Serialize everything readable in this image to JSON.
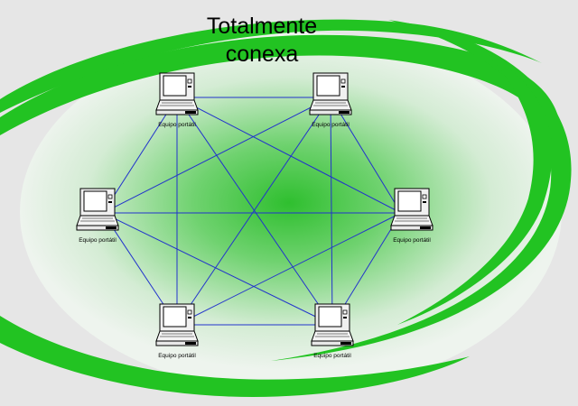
{
  "title": "Totalmente conexa",
  "title_lines": [
    "Totalmente",
    "conexa"
  ],
  "colors": {
    "background": "#e6e6e6",
    "swoosh": "#22c322",
    "glow_center": "#2fbf2f",
    "glow_edge": "#f2f6f2",
    "link": "#2233cc"
  },
  "topology": "full-mesh",
  "node_icon": "laptop-icon",
  "nodes": [
    {
      "label": "Equipo portátil"
    },
    {
      "label": "Equipo portátil"
    },
    {
      "label": "Equipo portátil"
    },
    {
      "label": "Equipo portátil"
    },
    {
      "label": "Equipo portátil"
    },
    {
      "label": "Equipo portátil"
    }
  ]
}
